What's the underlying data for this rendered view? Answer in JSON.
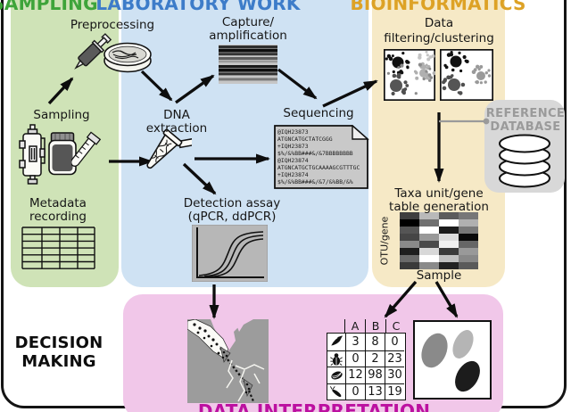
{
  "panels": {
    "sampling": {
      "title": "SAMPLING"
    },
    "laboratory_work": {
      "title": "LABORATORY WORK"
    },
    "bioinformatics": {
      "title": "BIOINFORMATICS"
    },
    "data_interpretation": {
      "title": "DATA INTERPRETATION"
    },
    "decision_making": {
      "line1": "DECISION",
      "line2": "MAKING"
    },
    "reference_database": {
      "line1": "REFERENCE",
      "line2": "DATABASE"
    }
  },
  "labels": {
    "preprocessing": "Preprocessing",
    "sampling": "Sampling",
    "metadata_line1": "Metadata",
    "metadata_line2": "recording",
    "dna_line1": "DNA",
    "dna_line2": "extraction",
    "capture_line1": "Capture/",
    "capture_line2": "amplification",
    "sequencing": "Sequencing",
    "detection_line1": "Detection assay",
    "detection_line2": "(qPCR, ddPCR)",
    "filtering_line1": "Data",
    "filtering_line2": "filtering/clustering",
    "taxa_line1": "Taxa unit/gene",
    "taxa_line2": "table generation",
    "otu_gene": "OTU/gene",
    "sample": "Sample"
  },
  "sequencing_file": {
    "lines": [
      "@IQH23873",
      "ATGNCATGCTATCGGG",
      "+IQH23873",
      "$%/&%BB###&/&7BBBBBBBB",
      "@IQH23874",
      "ATGNCATGCTGCAAAAGCGTTTGC",
      "+IQH23874",
      "$%/&%BB###&/&7/&%BB/&%"
    ]
  },
  "species_table": {
    "columns": [
      "A",
      "B",
      "C"
    ],
    "rows": [
      {
        "icon": "fish",
        "values": [
          "3",
          "8",
          "0"
        ]
      },
      {
        "icon": "beetle",
        "values": [
          "0",
          "2",
          "23"
        ]
      },
      {
        "icon": "mussel",
        "values": [
          "12",
          "98",
          "30"
        ]
      },
      {
        "icon": "crayfish",
        "values": [
          "0",
          "13",
          "19"
        ]
      }
    ]
  },
  "heatmap": {
    "xlabel": "Sample",
    "ylabel": "OTU/gene",
    "values": [
      [
        "#3f3f3f",
        "#b9b9b9",
        "#5c5c5c",
        "#777777"
      ],
      [
        "#000000",
        "#707070",
        "#ffffff",
        "#b0b0b0"
      ],
      [
        "#555555",
        "#ffffff",
        "#1c1c1c",
        "#787878"
      ],
      [
        "#464646",
        "#999999",
        "#dddddd",
        "#0a0a0a"
      ],
      [
        "#8a8a8a",
        "#4a4a4a",
        "#f0f0f0",
        "#666666"
      ],
      [
        "#1e1e1e",
        "#d8d8d8",
        "#3a3a3a",
        "#999999"
      ],
      [
        "#6a6a6a",
        "#ffffff",
        "#c0c0c0",
        "#888888"
      ],
      [
        "#3a3a3a",
        "#8a8a8a",
        "#222222",
        "#5a5a5a"
      ]
    ]
  },
  "colors": {
    "sampling_panel": "#cfe3b7",
    "sampling_title": "#3ea43a",
    "laboratory_panel": "#cfe2f3",
    "laboratory_title": "#3d7cc9",
    "bioinformatics_panel": "#f6e9c6",
    "bioinformatics_title": "#dda226",
    "interpretation_panel": "#f1c7e9",
    "interpretation_title": "#bc10a0",
    "reference_panel": "#d8d8d8",
    "reference_title": "#9a9a9a"
  }
}
